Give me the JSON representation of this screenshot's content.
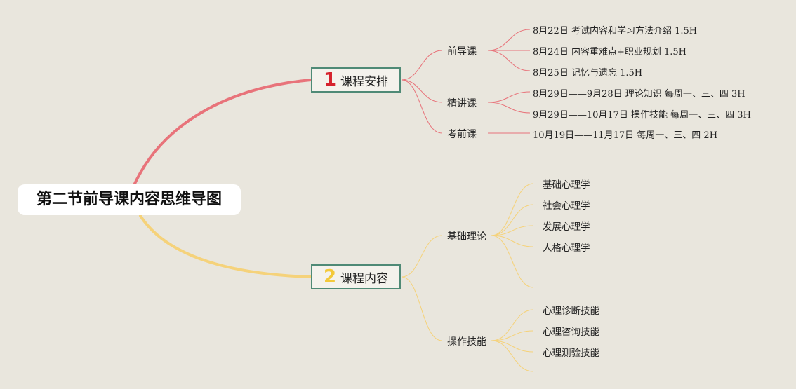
{
  "root": {
    "title": "第二节前导课内容思维导图"
  },
  "categories": [
    {
      "number": "1",
      "label": "课程安排",
      "color": "#e8737a",
      "branches": [
        {
          "label": "前导课",
          "items": [
            "8月22日 考试内容和学习方法介绍 1.5H",
            "8月24日 内容重难点+职业规划 1.5H",
            "8月25日 记忆与遗忘 1.5H"
          ]
        },
        {
          "label": "精讲课",
          "items": [
            "8月29日——9月28日 理论知识 每周一、三、四 3H",
            "9月29日——10月17日 操作技能 每周一、三、四 3H"
          ]
        },
        {
          "label": "考前课",
          "items": [
            "10月19日——11月17日 每周一、三、四 2H"
          ]
        }
      ]
    },
    {
      "number": "2",
      "label": "课程内容",
      "color": "#f5d27a",
      "branches": [
        {
          "label": "基础理论",
          "items": [
            "基础心理学",
            "社会心理学",
            "发展心理学",
            "人格心理学",
            ""
          ]
        },
        {
          "label": "操作技能",
          "items": [
            "心理诊断技能",
            "心理咨询技能",
            "心理测验技能",
            ""
          ]
        }
      ]
    }
  ]
}
